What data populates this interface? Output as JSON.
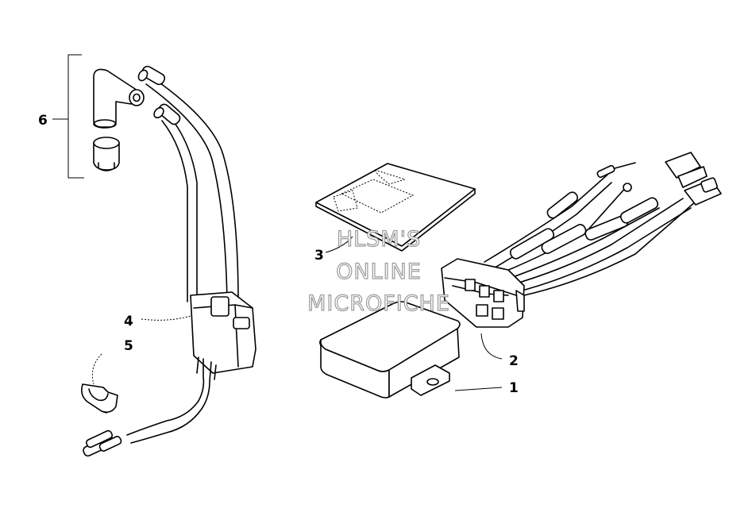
{
  "callouts": [
    {
      "id": "1",
      "label": "1"
    },
    {
      "id": "2",
      "label": "2"
    },
    {
      "id": "3",
      "label": "3"
    },
    {
      "id": "4",
      "label": "4"
    },
    {
      "id": "5",
      "label": "5"
    },
    {
      "id": "6",
      "label": "6"
    }
  ],
  "watermark": {
    "line1": "HLSM'S",
    "line2": "ONLINE",
    "line3": "MICROFICHE"
  },
  "colors": {
    "ink": "#000000",
    "watermark_outline": "#9a9a9a",
    "background": "#ffffff"
  }
}
